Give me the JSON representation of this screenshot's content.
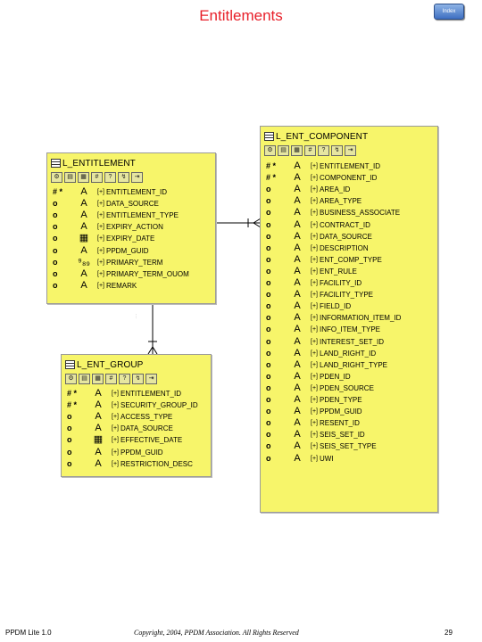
{
  "page": {
    "title": "Entitlements",
    "index_button": "Index"
  },
  "entities": {
    "entitlement": {
      "name": "L_ENTITLEMENT",
      "columns": [
        {
          "key": "# *",
          "type": "A",
          "name": "ENTITLEMENT_ID"
        },
        {
          "key": "o",
          "type": "A",
          "name": "DATA_SOURCE"
        },
        {
          "key": "o",
          "type": "A",
          "name": "ENTITLEMENT_TYPE"
        },
        {
          "key": "o",
          "type": "A",
          "name": "EXPIRY_ACTION"
        },
        {
          "key": "o",
          "type": "▦",
          "name": "EXPIRY_DATE"
        },
        {
          "key": "o",
          "type": "A",
          "name": "PPDM_GUID"
        },
        {
          "key": "o",
          "type": "⁹₈₉",
          "name": "PRIMARY_TERM"
        },
        {
          "key": "o",
          "type": "A",
          "name": "PRIMARY_TERM_OUOM"
        },
        {
          "key": "o",
          "type": "A",
          "name": "REMARK"
        }
      ]
    },
    "group": {
      "name": "L_ENT_GROUP",
      "columns": [
        {
          "key": "# *",
          "type": "A",
          "name": "ENTITLEMENT_ID"
        },
        {
          "key": "# *",
          "type": "A",
          "name": "SECURITY_GROUP_ID"
        },
        {
          "key": "o",
          "type": "A",
          "name": "ACCESS_TYPE"
        },
        {
          "key": "o",
          "type": "A",
          "name": "DATA_SOURCE"
        },
        {
          "key": "o",
          "type": "▦",
          "name": "EFFECTIVE_DATE"
        },
        {
          "key": "o",
          "type": "A",
          "name": "PPDM_GUID"
        },
        {
          "key": "o",
          "type": "A",
          "name": "RESTRICTION_DESC"
        }
      ]
    },
    "component": {
      "name": "L_ENT_COMPONENT",
      "columns": [
        {
          "key": "# *",
          "type": "A",
          "name": "ENTITLEMENT_ID"
        },
        {
          "key": "# *",
          "type": "A",
          "name": "COMPONENT_ID"
        },
        {
          "key": "o",
          "type": "A",
          "name": "AREA_ID"
        },
        {
          "key": "o",
          "type": "A",
          "name": "AREA_TYPE"
        },
        {
          "key": "o",
          "type": "A",
          "name": "BUSINESS_ASSOCIATE"
        },
        {
          "key": "o",
          "type": "A",
          "name": "CONTRACT_ID"
        },
        {
          "key": "o",
          "type": "A",
          "name": "DATA_SOURCE"
        },
        {
          "key": "o",
          "type": "A",
          "name": "DESCRIPTION"
        },
        {
          "key": "o",
          "type": "A",
          "name": "ENT_COMP_TYPE"
        },
        {
          "key": "o",
          "type": "A",
          "name": "ENT_RULE"
        },
        {
          "key": "o",
          "type": "A",
          "name": "FACILITY_ID"
        },
        {
          "key": "o",
          "type": "A",
          "name": "FACILITY_TYPE"
        },
        {
          "key": "o",
          "type": "A",
          "name": "FIELD_ID"
        },
        {
          "key": "o",
          "type": "A",
          "name": "INFORMATION_ITEM_ID"
        },
        {
          "key": "o",
          "type": "A",
          "name": "INFO_ITEM_TYPE"
        },
        {
          "key": "o",
          "type": "A",
          "name": "INTEREST_SET_ID"
        },
        {
          "key": "o",
          "type": "A",
          "name": "LAND_RIGHT_ID"
        },
        {
          "key": "o",
          "type": "A",
          "name": "LAND_RIGHT_TYPE"
        },
        {
          "key": "o",
          "type": "A",
          "name": "PDEN_ID"
        },
        {
          "key": "o",
          "type": "A",
          "name": "PDEN_SOURCE"
        },
        {
          "key": "o",
          "type": "A",
          "name": "PDEN_TYPE"
        },
        {
          "key": "o",
          "type": "A",
          "name": "PPDM_GUID"
        },
        {
          "key": "o",
          "type": "A",
          "name": "RESENT_ID"
        },
        {
          "key": "o",
          "type": "A",
          "name": "SEIS_SET_ID"
        },
        {
          "key": "o",
          "type": "A",
          "name": "SEIS_SET_TYPE"
        },
        {
          "key": "o",
          "type": "A",
          "name": "UWI"
        }
      ]
    }
  },
  "toolbar_icons": [
    "⚙",
    "▤",
    "▦",
    "#",
    "?",
    "↯",
    "⇥"
  ],
  "footer": {
    "left": "PPDM Lite 1.0",
    "center": "Copyright, 2004, PPDM Association. All Rights Reserved",
    "page": "29"
  }
}
